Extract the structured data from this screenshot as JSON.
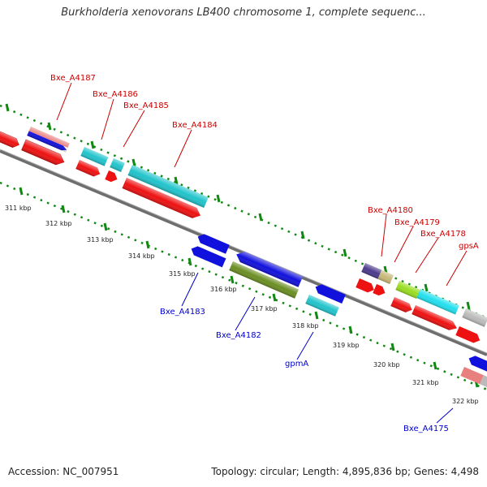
{
  "title": "Burkholderia xenovorans LB400 chromosome 1, complete sequenc...",
  "footer": {
    "accession": "Accession: NC_007951",
    "summary": "Topology: circular; Length: 4,895,836 bp; Genes: 4,498"
  },
  "ticks": [
    "311 kbp",
    "312 kbp",
    "313 kbp",
    "314 kbp",
    "315 kbp",
    "316 kbp",
    "317 kbp",
    "318 kbp",
    "319 kbp",
    "320 kbp",
    "321 kbp",
    "322 kbp"
  ],
  "labels_forward": [
    "Bxe_A4187",
    "Bxe_A4186",
    "Bxe_A4185",
    "Bxe_A4184",
    "Bxe_A4180",
    "Bxe_A4179",
    "Bxe_A4178",
    "gpsA"
  ],
  "labels_reverse": [
    "Bxe_A4183",
    "Bxe_A4182",
    "gpmA",
    "Bxe_A4175"
  ],
  "colors": {
    "forward_label": "#cc0000",
    "reverse_label": "#0000cc",
    "gene_red": "#ee1111",
    "gene_blue": "#1111dd",
    "gene_cyan": "#22c4cc",
    "gene_olive": "#6b8e23",
    "gene_purple": "#4b3b8c",
    "gene_khaki": "#c8b878",
    "gene_lime": "#99dd22",
    "gene_pink": "#e88080",
    "gene_gray": "#bbbbbb",
    "backbone": "#777777",
    "dots": "#118811"
  }
}
